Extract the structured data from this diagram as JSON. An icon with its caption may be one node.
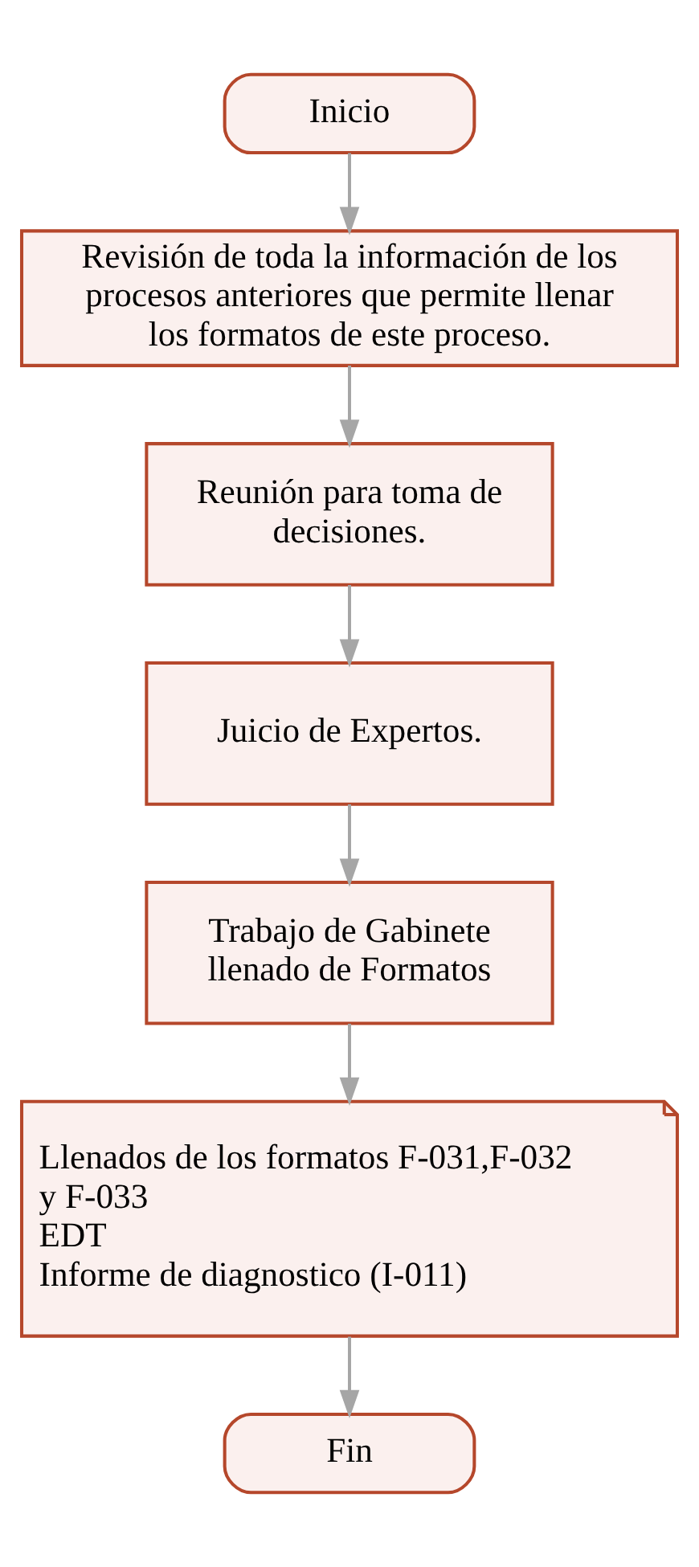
{
  "diagram": {
    "nodes": [
      {
        "text": [
          "Inicio"
        ]
      },
      {
        "text": [
          "Revisión de toda la información de los procesos anteriores que permite llenar los formatos de este proceso."
        ]
      },
      {
        "text": [
          "Reunión para toma de decisiones."
        ]
      },
      {
        "text": [
          "Juicio de Expertos."
        ]
      },
      {
        "text": [
          "Trabajo de Gabinete llenado de Formatos"
        ]
      },
      {
        "text": [
          "Llenados de los formatos F-031,F-032 y F-033",
          "EDT",
          "Informe de diagnostico (I-011)"
        ]
      },
      {
        "text": [
          "Fin"
        ]
      }
    ],
    "edges": [
      {
        "from": 0,
        "to": 1,
        "arrow": "to"
      },
      {
        "from": 1,
        "to": 2,
        "arrow": "to"
      },
      {
        "from": 2,
        "to": 3,
        "arrow": "to"
      },
      {
        "from": 3,
        "to": 4,
        "arrow": "to"
      },
      {
        "from": 4,
        "to": 5,
        "arrow": "to"
      },
      {
        "from": 5,
        "to": 6,
        "arrow": "to"
      }
    ]
  }
}
